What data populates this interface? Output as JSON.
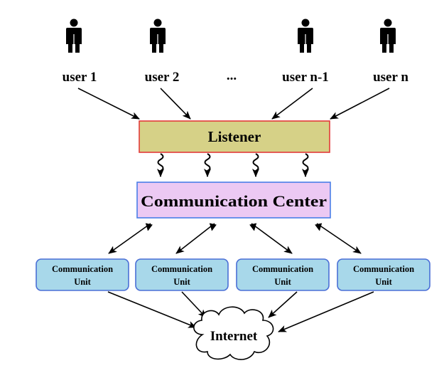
{
  "users": [
    {
      "label": "user 1"
    },
    {
      "label": "user 2"
    },
    {
      "label": "user n-1"
    },
    {
      "label": "user n"
    }
  ],
  "ellipsis": "...",
  "listener": {
    "label": "Listener",
    "fill": "#d6d187",
    "stroke": "#e23a3a"
  },
  "center": {
    "label": "Communication Center",
    "fill": "#ecc9f3",
    "stroke": "#4a7ee8"
  },
  "units": [
    {
      "line1": "Communication",
      "line2": "Unit"
    },
    {
      "line1": "Communication",
      "line2": "Unit"
    },
    {
      "line1": "Communication",
      "line2": "Unit"
    },
    {
      "line1": "Communication",
      "line2": "Unit"
    }
  ],
  "unit_style": {
    "fill": "#a8d8ea",
    "stroke": "#4a6fd6"
  },
  "internet": {
    "label": "Internet"
  },
  "user_icon": "person-icon"
}
